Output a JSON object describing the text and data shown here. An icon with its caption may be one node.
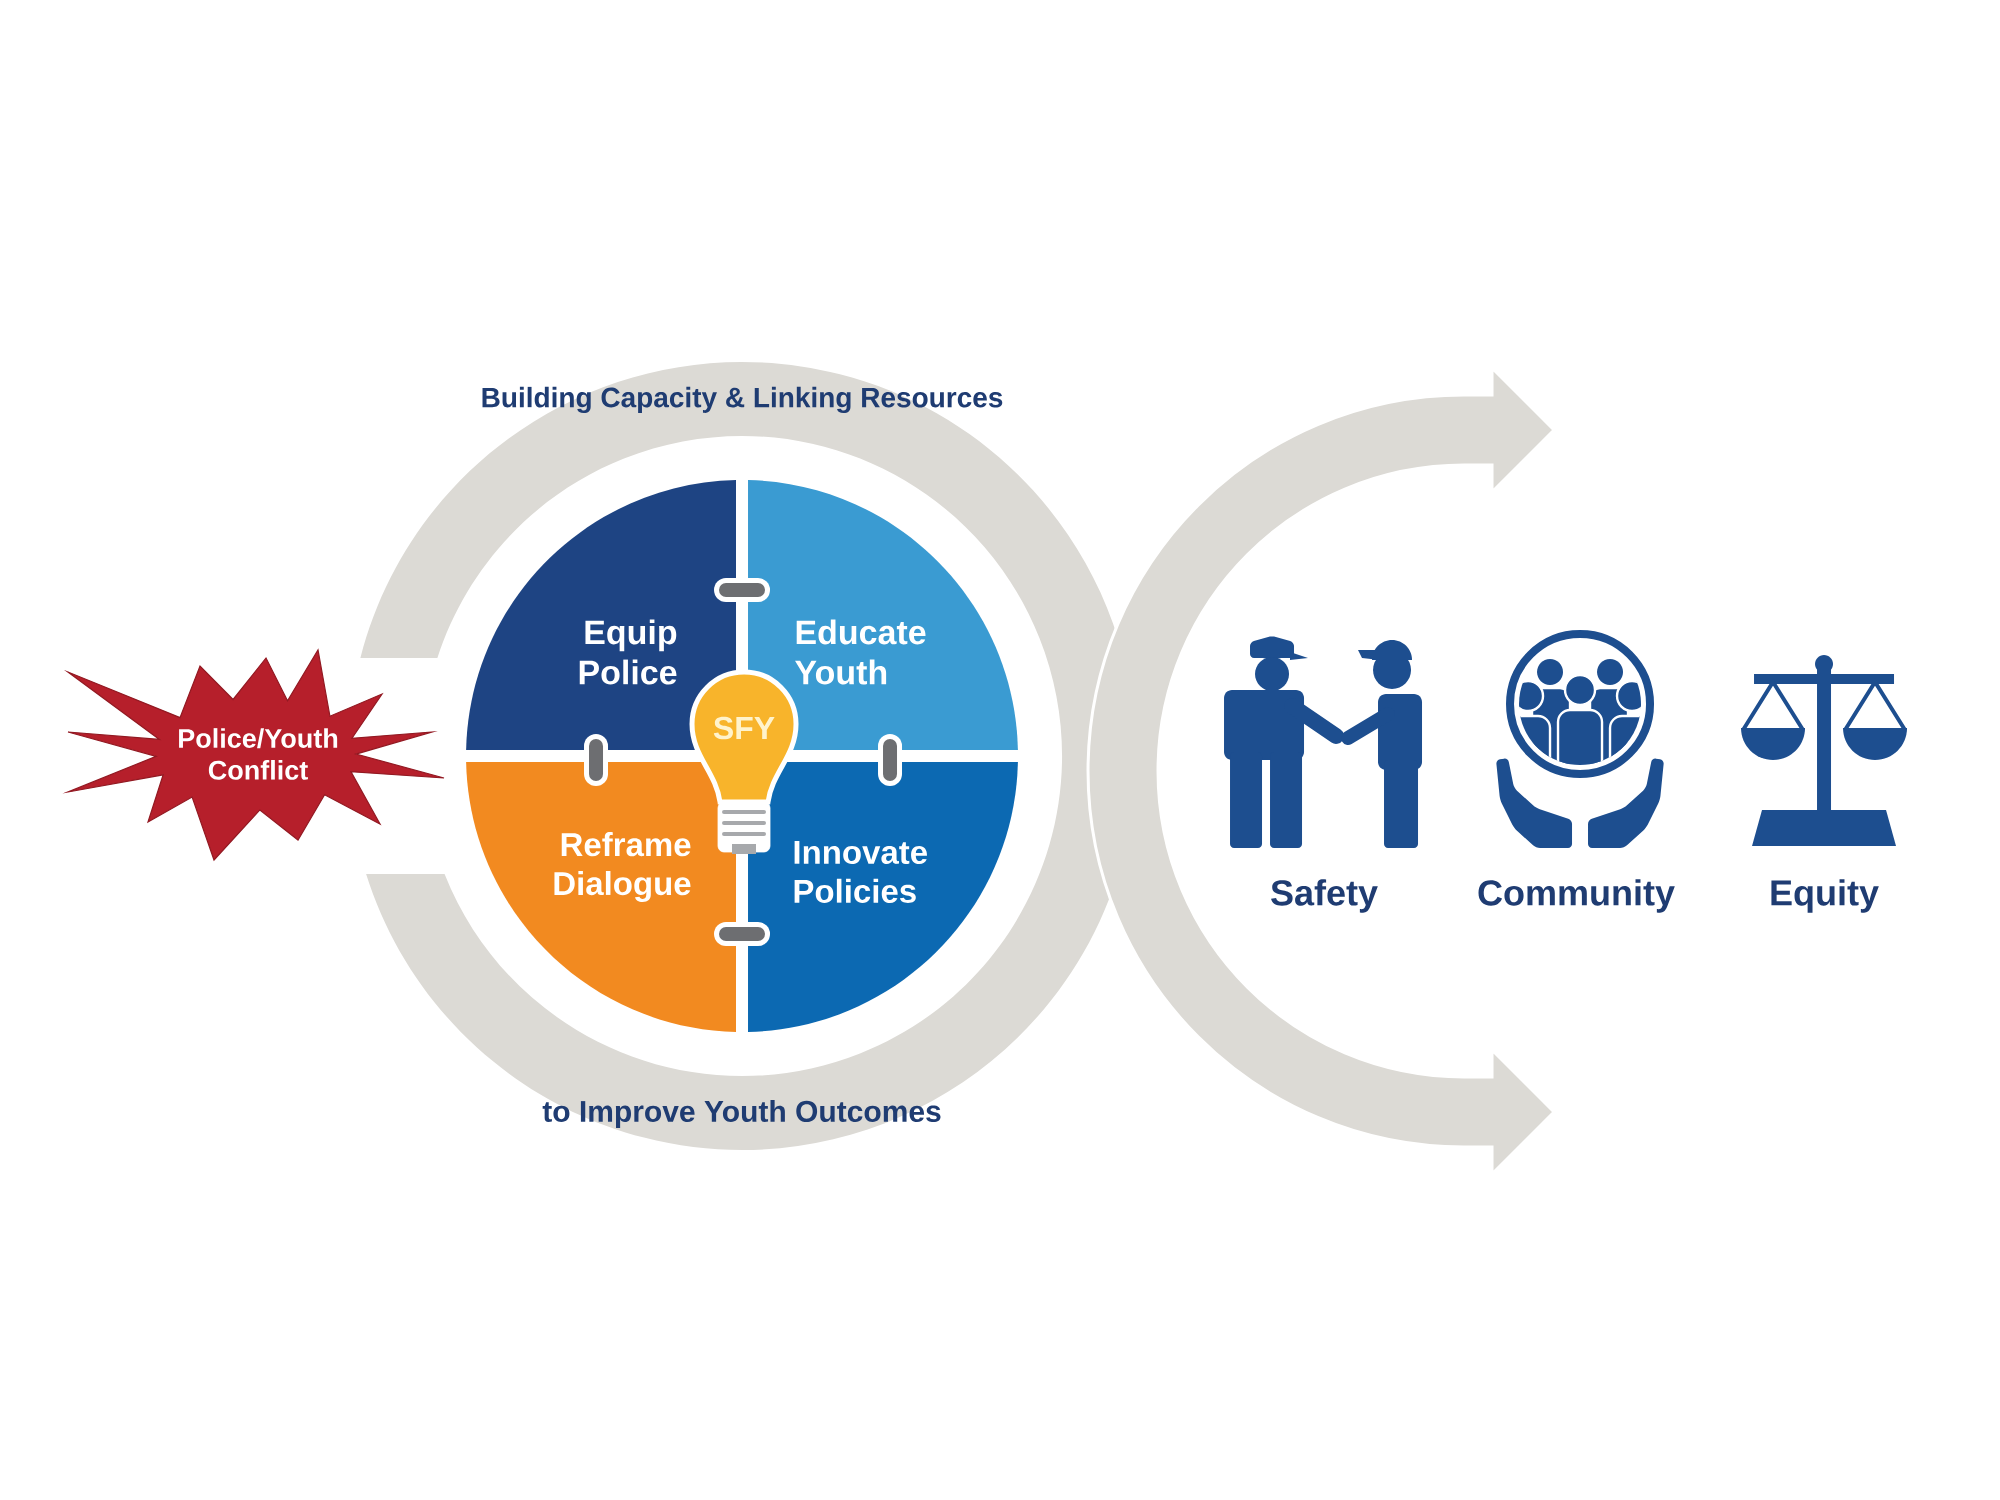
{
  "diagram": {
    "nodes": [
      {
        "text": [
          "Police/Youth Conflict"
        ]
      },
      {
        "text": [
          "Equip Police"
        ]
      },
      {
        "text": [
          "Educate Youth"
        ]
      },
      {
        "text": [
          "Reframe Dialogue"
        ]
      },
      {
        "text": [
          "Innovate Policies"
        ]
      },
      {
        "text": [
          "SFY"
        ]
      }
    ],
    "edges": [
      {
        "from": 1,
        "to": 2,
        "arrow": "none"
      },
      {
        "from": 1,
        "to": 3,
        "arrow": "none"
      },
      {
        "from": 2,
        "to": 4,
        "arrow": "none"
      },
      {
        "from": 3,
        "to": 4,
        "arrow": "none"
      }
    ],
    "labels": [
      "Building Capacity & Linking Resources",
      "Safety",
      "Community",
      "Equity",
      "to Improve Youth Outcomes"
    ]
  }
}
